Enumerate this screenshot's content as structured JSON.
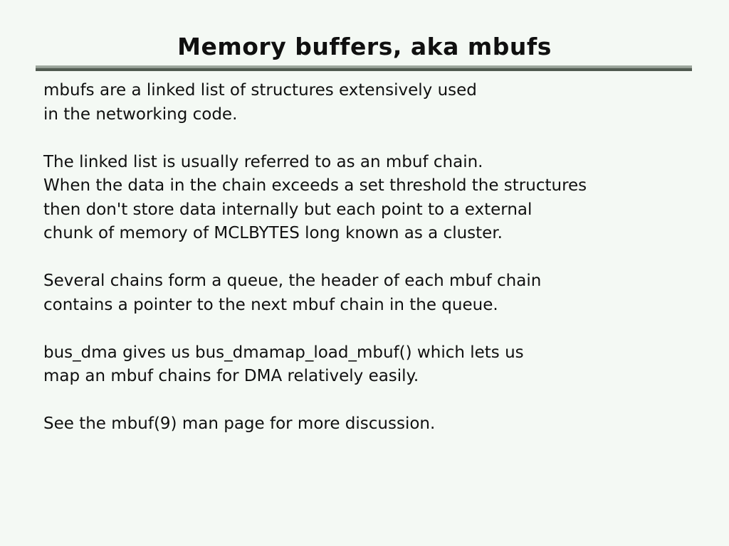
{
  "slide": {
    "title": "Memory buffers, aka mbufs",
    "body_lines": [
      "mbufs are a linked list of structures extensively used",
      "in the networking code.",
      "",
      "The linked list is usually referred to as an mbuf chain.",
      "When the data in the chain exceeds a set threshold the structures",
      "then don't store data internally but each point to a external",
      "chunk of memory of MCLBYTES long known as a cluster.",
      "",
      "Several chains form a queue, the header of each mbuf chain",
      "contains a pointer to the next mbuf chain in the queue.",
      "",
      "bus_dma gives us bus_dmamap_load_mbuf() which lets us",
      "map an mbuf chains for DMA relatively easily.",
      "",
      "See the mbuf(9) man page for more discussion."
    ],
    "colors": {
      "background": "#f4f9f4",
      "text": "#101010",
      "rule_light": "#8f998f",
      "rule_dark": "#515b51"
    }
  }
}
